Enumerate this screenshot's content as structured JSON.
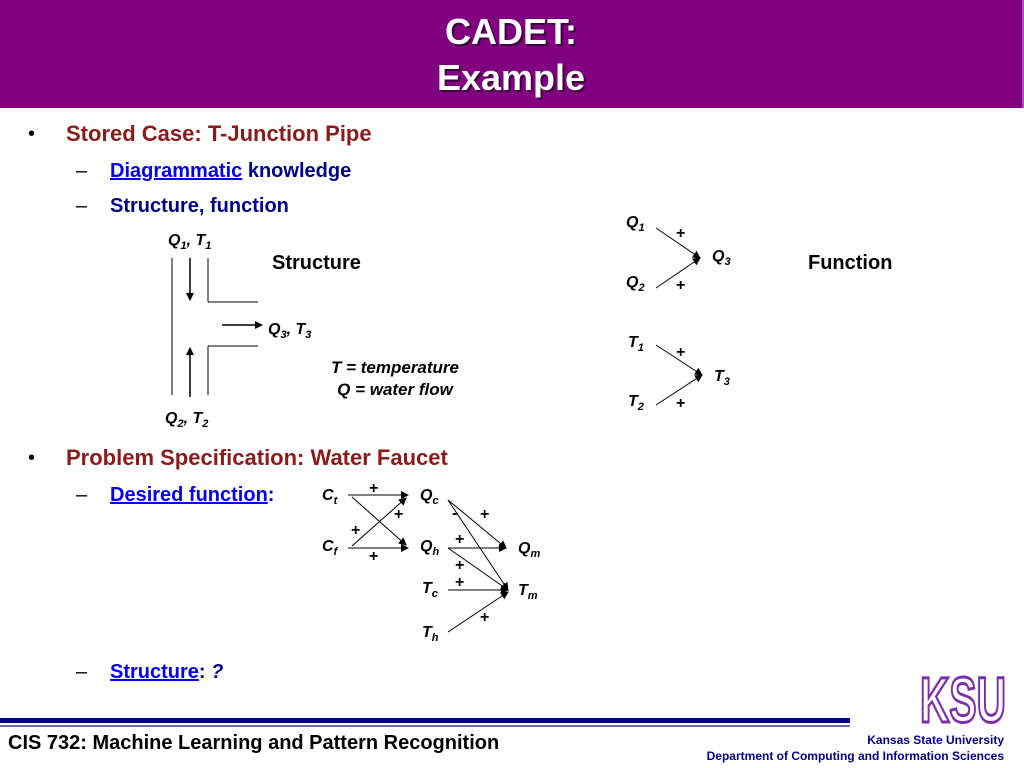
{
  "slide": {
    "title_line1": "CADET:",
    "title_line2": "Example"
  },
  "bullets": {
    "stored_case": "Stored Case: T-Junction Pipe",
    "problem_spec": "Problem Specification: Water Faucet",
    "bullet_glyph": "•",
    "dash_glyph": "–"
  },
  "sub_items": {
    "diagrammatic_link": "Diagrammatic",
    "diagrammatic_rest": " knowledge",
    "structure_function": "Structure, function",
    "desired_function_link": "Desired function",
    "desired_function_colon": ":",
    "structure_link": "Structure",
    "structure_colon": ": ",
    "structure_value": "?"
  },
  "structure_diagram": {
    "label": "Structure",
    "legend_line1": "T = temperature",
    "legend_line2": "Q = water flow",
    "top_port": {
      "q": "Q",
      "q_sub": "1",
      "sep": ", ",
      "t": "T",
      "t_sub": "1"
    },
    "right_port": {
      "q": "Q",
      "q_sub": "3",
      "sep": ", ",
      "t": "T",
      "t_sub": "3"
    },
    "bottom_port": {
      "q": "Q",
      "q_sub": "2",
      "sep": ", ",
      "t": "T",
      "t_sub": "2"
    }
  },
  "function_diagram": {
    "label": "Function",
    "q_in1": {
      "v": "Q",
      "s": "1"
    },
    "q_in2": {
      "v": "Q",
      "s": "2"
    },
    "q_out": {
      "v": "Q",
      "s": "3"
    },
    "t_in1": {
      "v": "T",
      "s": "1"
    },
    "t_in2": {
      "v": "T",
      "s": "2"
    },
    "t_out": {
      "v": "T",
      "s": "3"
    },
    "plus": "+"
  },
  "faucet_diagram": {
    "ct": {
      "v": "C",
      "s": "t"
    },
    "cf": {
      "v": "C",
      "s": "f"
    },
    "qc": {
      "v": "Q",
      "s": "c"
    },
    "qh": {
      "v": "Q",
      "s": "h"
    },
    "tc": {
      "v": "T",
      "s": "c"
    },
    "th": {
      "v": "T",
      "s": "h"
    },
    "qm": {
      "v": "Q",
      "s": "m"
    },
    "tm": {
      "v": "T",
      "s": "m"
    },
    "plus": "+",
    "minus": "-"
  },
  "footer": {
    "course": "CIS 732: Machine Learning and Pattern Recognition",
    "university": "Kansas State University",
    "department": "Department of Computing and Information Sciences",
    "logo_text": "KSU"
  },
  "colors": {
    "header_bg": "#800080",
    "bullet_text": "#8b1a1a",
    "sub_text": "#00008b",
    "link": "#0000ee",
    "logo": "#7b2fa8"
  }
}
